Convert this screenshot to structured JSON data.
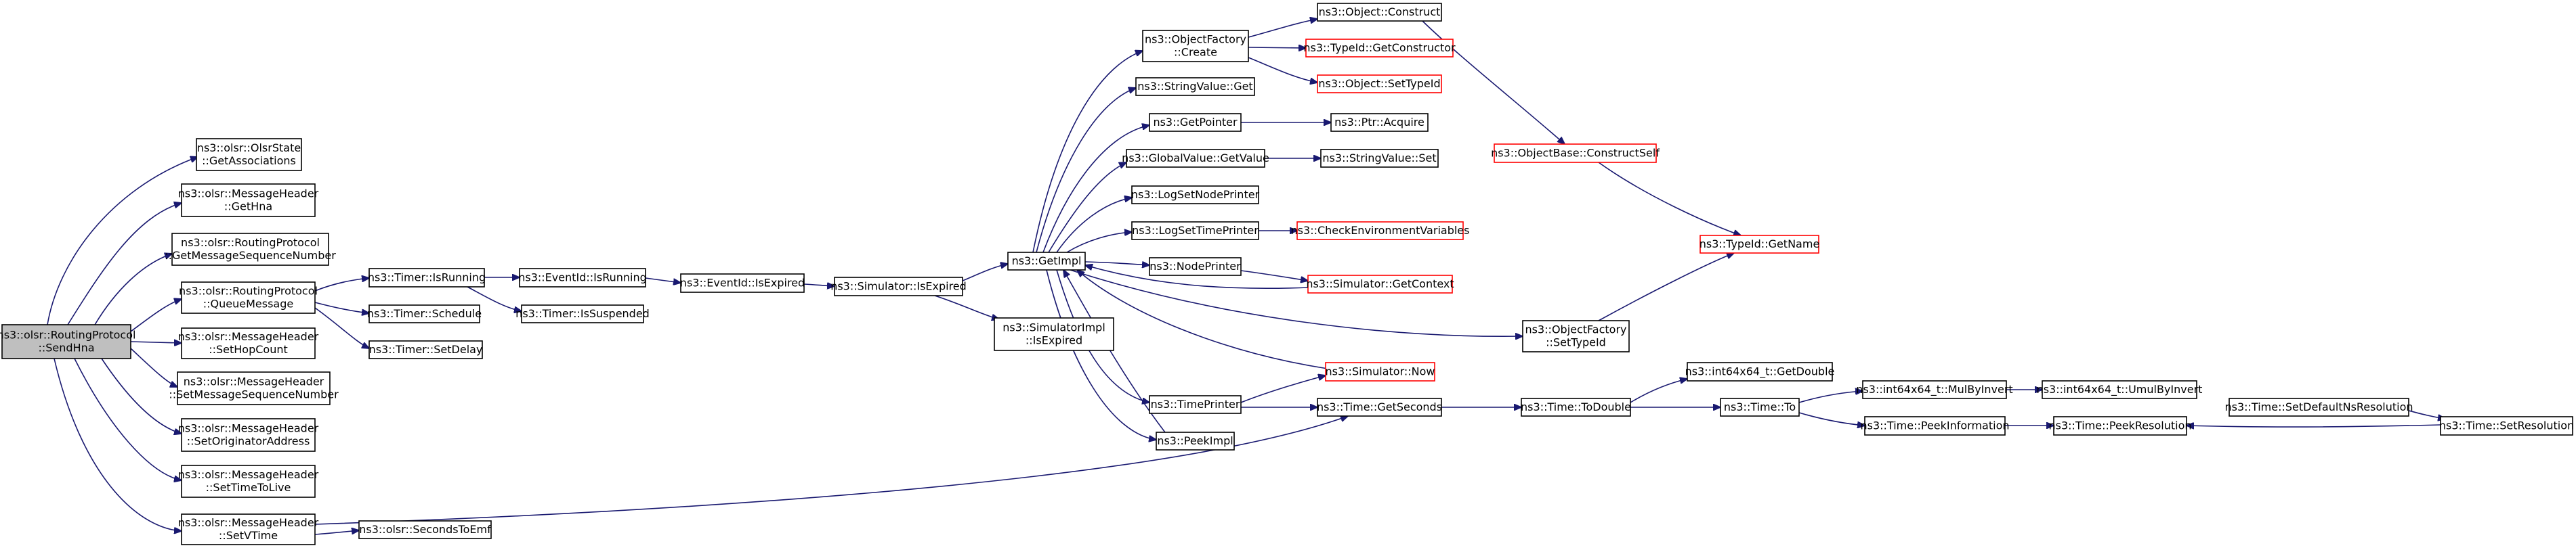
{
  "colors": {
    "edge": "#191970",
    "border": "#000000",
    "missing_border": "#ff0000",
    "root_fill": "#bfbfbf",
    "node_fill": "#ffffff"
  },
  "nodes": [
    {
      "id": "root",
      "lines": [
        "ns3::olsr::RoutingProtocol",
        "::SendHna"
      ],
      "kind": "root"
    },
    {
      "id": "getassoc",
      "lines": [
        "ns3::olsr::OlsrState",
        "::GetAssociations"
      ]
    },
    {
      "id": "gethna",
      "lines": [
        "ns3::olsr::MessageHeader",
        "::GetHna"
      ]
    },
    {
      "id": "getmsgseq",
      "lines": [
        "ns3::olsr::RoutingProtocol",
        "::GetMessageSequenceNumber"
      ]
    },
    {
      "id": "queuemsg",
      "lines": [
        "ns3::olsr::RoutingProtocol",
        "::QueueMessage"
      ]
    },
    {
      "id": "sethop",
      "lines": [
        "ns3::olsr::MessageHeader",
        "::SetHopCount"
      ]
    },
    {
      "id": "setmsgseq",
      "lines": [
        "ns3::olsr::MessageHeader",
        "::SetMessageSequenceNumber"
      ]
    },
    {
      "id": "setorig",
      "lines": [
        "ns3::olsr::MessageHeader",
        "::SetOriginatorAddress"
      ]
    },
    {
      "id": "setttl",
      "lines": [
        "ns3::olsr::MessageHeader",
        "::SetTimeToLive"
      ]
    },
    {
      "id": "setvtime",
      "lines": [
        "ns3::olsr::MessageHeader",
        "::SetVTime"
      ]
    },
    {
      "id": "timerisrunning",
      "lines": [
        "ns3::Timer::IsRunning"
      ]
    },
    {
      "id": "timerschedule",
      "lines": [
        "ns3::Timer::Schedule"
      ]
    },
    {
      "id": "timersetdelay",
      "lines": [
        "ns3::Timer::SetDelay"
      ]
    },
    {
      "id": "eventisrunning",
      "lines": [
        "ns3::EventId::IsRunning"
      ]
    },
    {
      "id": "timerissusp",
      "lines": [
        "ns3::Timer::IsSuspended"
      ]
    },
    {
      "id": "eventisexpired",
      "lines": [
        "ns3::EventId::IsExpired"
      ]
    },
    {
      "id": "simisexpired",
      "lines": [
        "ns3::Simulator::IsExpired"
      ]
    },
    {
      "id": "simimplisexpired",
      "lines": [
        "ns3::SimulatorImpl",
        "::IsExpired"
      ]
    },
    {
      "id": "getimpl",
      "lines": [
        "ns3::GetImpl"
      ]
    },
    {
      "id": "objfactorycreate",
      "lines": [
        "ns3::ObjectFactory",
        "::Create"
      ]
    },
    {
      "id": "stringvalueget",
      "lines": [
        "ns3::StringValue::Get"
      ]
    },
    {
      "id": "getpointer",
      "lines": [
        "ns3::GetPointer"
      ]
    },
    {
      "id": "globalvalueget",
      "lines": [
        "ns3::GlobalValue::GetValue"
      ]
    },
    {
      "id": "logsetnode",
      "lines": [
        "ns3::LogSetNodePrinter"
      ]
    },
    {
      "id": "logsettime",
      "lines": [
        "ns3::LogSetTimePrinter"
      ]
    },
    {
      "id": "nodeprinter",
      "lines": [
        "ns3::NodePrinter"
      ]
    },
    {
      "id": "timeprinter",
      "lines": [
        "ns3::TimePrinter"
      ]
    },
    {
      "id": "peekimpl",
      "lines": [
        "ns3::PeekImpl"
      ]
    },
    {
      "id": "objconstruct",
      "lines": [
        "ns3::Object::Construct"
      ]
    },
    {
      "id": "typeidgetctor",
      "lines": [
        "ns3::TypeId::GetConstructor"
      ],
      "kind": "red"
    },
    {
      "id": "objsettypeid",
      "lines": [
        "ns3::Object::SetTypeId"
      ],
      "kind": "red"
    },
    {
      "id": "ptracquire",
      "lines": [
        "ns3::Ptr::Acquire"
      ]
    },
    {
      "id": "stringvalueset",
      "lines": [
        "ns3::StringValue::Set"
      ]
    },
    {
      "id": "checkenv",
      "lines": [
        "ns3::CheckEnvironmentVariables"
      ],
      "kind": "red"
    },
    {
      "id": "simgetctx",
      "lines": [
        "ns3::Simulator::GetContext"
      ],
      "kind": "red"
    },
    {
      "id": "simnow",
      "lines": [
        "ns3::Simulator::Now"
      ],
      "kind": "red"
    },
    {
      "id": "timegetseconds",
      "lines": [
        "ns3::Time::GetSeconds"
      ]
    },
    {
      "id": "objbaseconstructself",
      "lines": [
        "ns3::ObjectBase::ConstructSelf"
      ],
      "kind": "red"
    },
    {
      "id": "typeidgetname",
      "lines": [
        "ns3::TypeId::GetName"
      ],
      "kind": "red"
    },
    {
      "id": "objfactorysettypeid",
      "lines": [
        "ns3::ObjectFactory",
        "::SetTypeId"
      ]
    },
    {
      "id": "timetodouble",
      "lines": [
        "ns3::Time::ToDouble"
      ]
    },
    {
      "id": "int64getdouble",
      "lines": [
        "ns3::int64x64_t::GetDouble"
      ]
    },
    {
      "id": "timeto",
      "lines": [
        "ns3::Time::To"
      ]
    },
    {
      "id": "int64mulbyinvert",
      "lines": [
        "ns3::int64x64_t::MulByInvert"
      ]
    },
    {
      "id": "int64umulbyinvert",
      "lines": [
        "ns3::int64x64_t::UmulByInvert"
      ]
    },
    {
      "id": "timepeekinfo",
      "lines": [
        "ns3::Time::PeekInformation"
      ]
    },
    {
      "id": "timepeekres",
      "lines": [
        "ns3::Time::PeekResolution"
      ]
    },
    {
      "id": "timesetdefault",
      "lines": [
        "ns3::Time::SetDefaultNsResolution"
      ]
    },
    {
      "id": "timesetres",
      "lines": [
        "ns3::Time::SetResolution"
      ]
    },
    {
      "id": "secondstoemf",
      "lines": [
        "ns3::olsr::SecondsToEmf"
      ]
    }
  ]
}
